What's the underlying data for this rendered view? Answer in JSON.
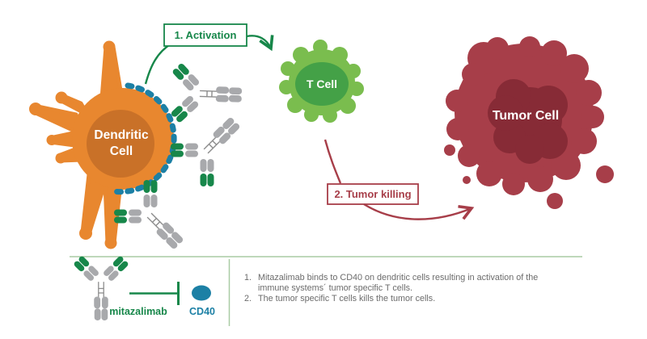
{
  "diagram": {
    "dendritic_cell": {
      "label_line1": "Dendritic",
      "label_line2": "Cell"
    },
    "t_cell": {
      "label": "T Cell"
    },
    "tumor_cell": {
      "label": "Tumor Cell"
    },
    "step1": {
      "label": "1. Activation"
    },
    "step2": {
      "label": "2. Tumor killing"
    }
  },
  "legend": {
    "antibody_label": "mitazalimab",
    "receptor_label": "CD40",
    "notes": [
      {
        "num": "1.",
        "text": "Mitazalimab binds to CD40 on dendritic cells resulting in activation of the immune systems´ tumor specific T cells."
      },
      {
        "num": "2.",
        "text": "The tumor specific T cells kills the tumor cells."
      }
    ]
  },
  "colors": {
    "orange": "#E8872F",
    "orange_dark": "#C97128",
    "green": "#17874A",
    "light_green": "#7ABD4E",
    "mid_green": "#44A147",
    "red": "#A73E49",
    "red_dark": "#872B36",
    "blue": "#1C80A5",
    "gray": "#A8A9AC",
    "hinge_gray": "#8C8C8C",
    "divider": "#A9CBA4",
    "text_gray": "#6B6B6B"
  }
}
